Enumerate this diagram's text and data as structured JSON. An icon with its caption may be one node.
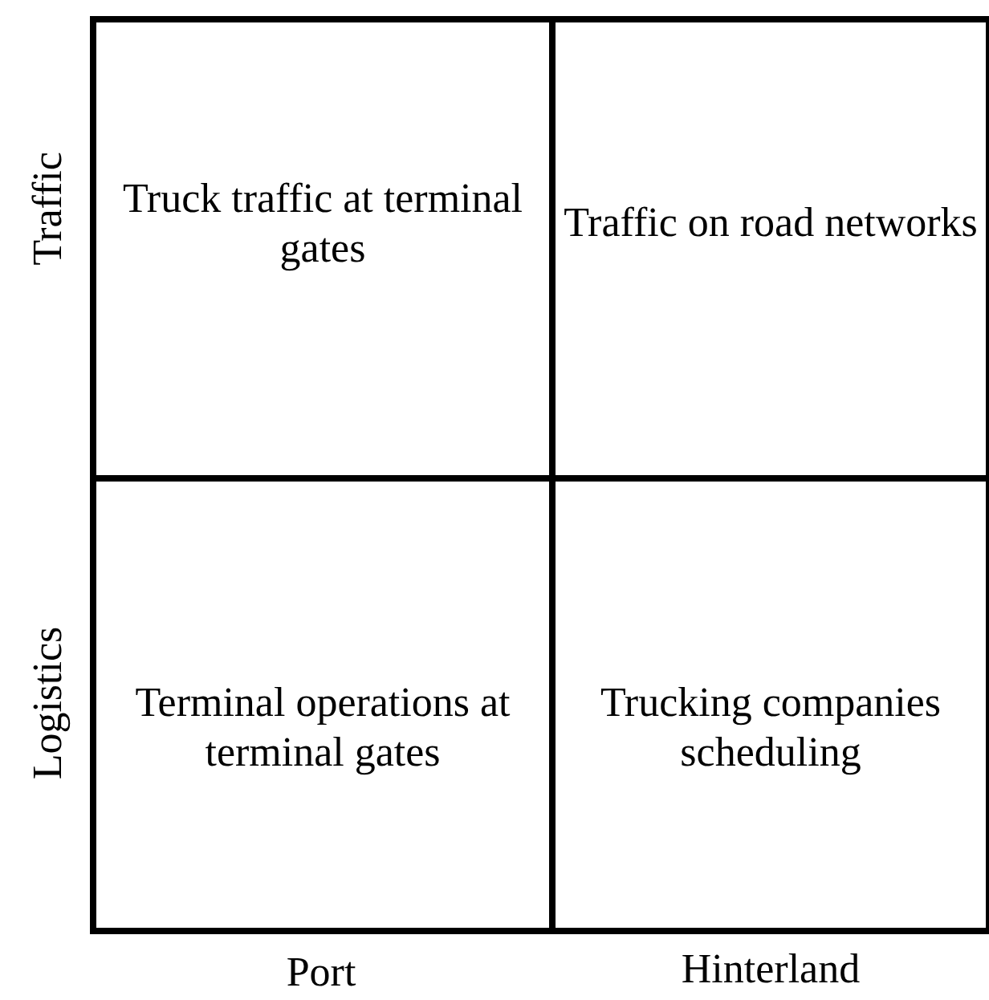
{
  "diagram": {
    "nodes": [
      {
        "text": [
          "Truck traffic at terminal gates"
        ]
      },
      {
        "text": [
          "Traffic on road networks"
        ]
      },
      {
        "text": [
          "Terminal operations at terminal gates"
        ]
      },
      {
        "text": [
          "Trucking companies scheduling"
        ]
      }
    ],
    "labels": [
      "Traffic",
      "Logistics",
      "Port",
      "Hinterland"
    ]
  }
}
